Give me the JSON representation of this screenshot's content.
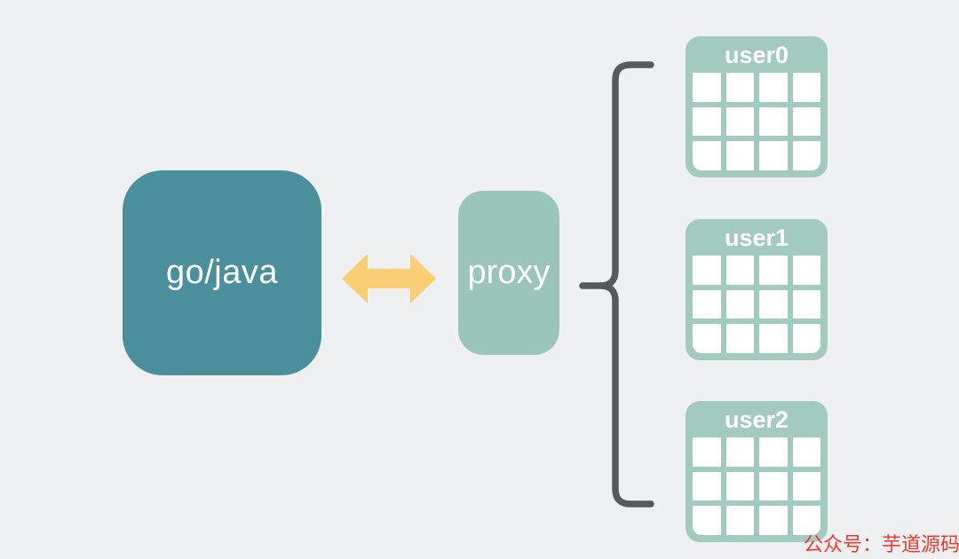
{
  "diagram": {
    "client_label": "go/java",
    "proxy_label": "proxy",
    "tables": [
      {
        "label": "user0"
      },
      {
        "label": "user1"
      },
      {
        "label": "user2"
      }
    ],
    "watermark": "公众号：芋道源码"
  },
  "icons": {
    "arrow": "bidirectional-arrow-icon",
    "brace": "curly-brace-icon",
    "table": "database-table-icon"
  },
  "colors": {
    "background": "#eff0f2",
    "client_box": "#4a8f9b",
    "proxy_box": "#9cc5ba",
    "table_box": "#a3cabf",
    "arrow": "#fbcd75",
    "brace": "#58595b",
    "watermark": "#ef392e",
    "box_text": "#ffffff"
  }
}
